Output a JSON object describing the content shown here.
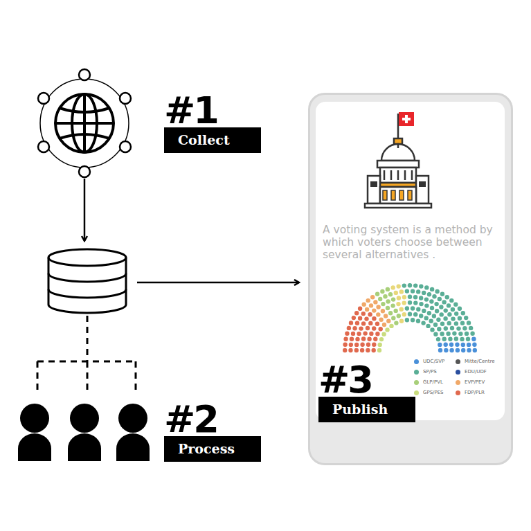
{
  "diagram": {
    "nodes": [
      {
        "text": [
          "#1",
          "Collect"
        ]
      },
      {
        "text": [
          "#2",
          "Process"
        ]
      },
      {
        "text": [
          "A voting system is a method by which voters choose between several alternatives ."
        ]
      },
      {
        "text": [
          "#3",
          "Publish"
        ],
        "in": 2
      }
    ],
    "legend": [
      {
        "text": "UDC/SVP",
        "color": "#4a90d9"
      },
      {
        "text": "SP/PS",
        "color": "#5aae96"
      },
      {
        "text": "GLP/PVL",
        "color": "#a8cf7a"
      },
      {
        "text": "GPS/PES",
        "color": "#c9dc7e"
      },
      {
        "text": "Mitte/Centre",
        "color": "#555555"
      },
      {
        "text": "EDU/UDF",
        "color": "#2a4e9e"
      },
      {
        "text": "EVP/PEV",
        "color": "#f0a868"
      },
      {
        "text": "FDP/PLR",
        "color": "#e0694e"
      }
    ]
  }
}
